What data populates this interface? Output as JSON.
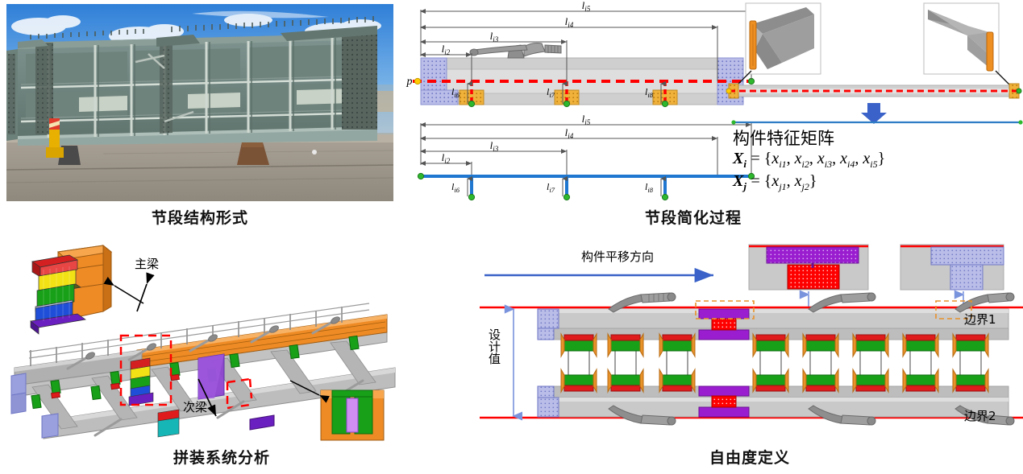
{
  "figure": {
    "panels": [
      {
        "id": "photo",
        "caption": "节段结构形式"
      },
      {
        "id": "simplify",
        "caption": "节段简化过程"
      },
      {
        "id": "assembly",
        "caption": "拼装系统分析"
      },
      {
        "id": "dof",
        "caption": "自由度定义"
      }
    ]
  },
  "simplify": {
    "dim_labels": {
      "l_i5": "li5",
      "l_i4": "li4",
      "l_i3": "li3",
      "l_i2": "li2",
      "l_i6": "li6",
      "l_i7": "li7",
      "l_i8": "li8"
    },
    "node_label": "p",
    "matrix_title": "构件特征矩阵",
    "equation_i": "Xi = {xi1, xi2, xi3, xi4, xi5}",
    "equation_j": "Xj = {xj1, xj2}",
    "colors": {
      "red_axis": "#ff0000",
      "blue_axis": "#1f77d0",
      "node_green": "#2eb82e",
      "node_yellow": "#ffcc00",
      "bearing_orange": "#f0a32a",
      "hatch_purple": "#9aa0dd",
      "member_gray": "#c9c9c9",
      "arrow_blue": "#3a62c8"
    }
  },
  "assembly": {
    "label_main_beam": "主梁",
    "label_secondary_beam": "次梁",
    "colors": {
      "orange": "#ef8b25",
      "gray": "#b8b8b8",
      "purple": "#8e44d0",
      "violet": "#5b2ca8",
      "green": "#18a018",
      "red": "#e01b1b",
      "yellow": "#f2e215",
      "blue": "#1f4fd8",
      "teal": "#16b6b6",
      "steel": "#9aa0dd",
      "highlight_red": "#ff0000"
    }
  },
  "dof": {
    "translation_label": "构件平移方向",
    "design_value_label": "设计值",
    "boundary_1": "边界1",
    "boundary_2": "边界2",
    "colors": {
      "boundary_red": "#ff0000",
      "arrow_blue": "#3a62c8",
      "callout_orange": "#e8922a",
      "purple": "#8e1ed0",
      "red": "#ff0000",
      "green": "#18a018",
      "gray": "#c9c9c9",
      "hatch_purple": "#9aa0dd"
    }
  }
}
